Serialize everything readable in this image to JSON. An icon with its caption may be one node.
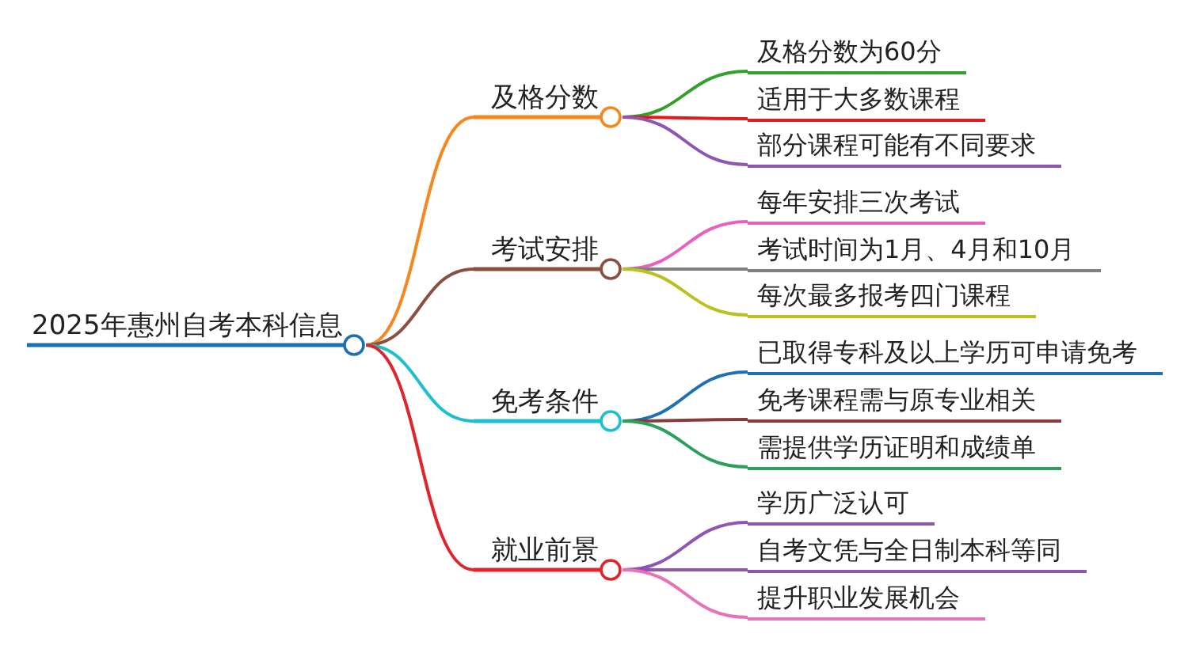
{
  "diagram": {
    "nodes": [
      {
        "text": [
          "2025年惠州自考本科信息"
        ]
      },
      {
        "text": [
          "及格分数"
        ]
      },
      {
        "text": [
          "及格分数为60分"
        ]
      },
      {
        "text": [
          "适用于大多数课程"
        ]
      },
      {
        "text": [
          "部分课程可能有不同要求"
        ]
      },
      {
        "text": [
          "考试安排"
        ]
      },
      {
        "text": [
          "每年安排三次考试"
        ]
      },
      {
        "text": [
          "考试时间为1月、4月和10月"
        ]
      },
      {
        "text": [
          "每次最多报考四门课程"
        ]
      },
      {
        "text": [
          "免考条件"
        ]
      },
      {
        "text": [
          "已取得专科及以上学历可申请免考"
        ]
      },
      {
        "text": [
          "免考课程需与原专业相关"
        ]
      },
      {
        "text": [
          "需提供学历证明和成绩单"
        ]
      },
      {
        "text": [
          "就业前景"
        ]
      },
      {
        "text": [
          "学历广泛认可"
        ]
      },
      {
        "text": [
          "自考文凭与全日制本科等同"
        ]
      },
      {
        "text": [
          "提升职业发展机会"
        ]
      }
    ],
    "edges": [
      {
        "from": 0,
        "to": 1,
        "arrow": "none",
        "color": "#f5871f"
      },
      {
        "from": 0,
        "to": 5,
        "arrow": "none",
        "color": "#8b4f3f"
      },
      {
        "from": 0,
        "to": 9,
        "arrow": "none",
        "color": "#1ec0cf"
      },
      {
        "from": 0,
        "to": 13,
        "arrow": "none",
        "color": "#e0242b"
      },
      {
        "from": 1,
        "to": 2,
        "arrow": "none",
        "color": "#33a02c"
      },
      {
        "from": 1,
        "to": 3,
        "arrow": "none",
        "color": "#e31a1c"
      },
      {
        "from": 1,
        "to": 4,
        "arrow": "none",
        "color": "#8e56b0"
      },
      {
        "from": 5,
        "to": 6,
        "arrow": "none",
        "color": "#e85fc0"
      },
      {
        "from": 5,
        "to": 7,
        "arrow": "none",
        "color": "#808080"
      },
      {
        "from": 5,
        "to": 8,
        "arrow": "none",
        "color": "#b9c11e"
      },
      {
        "from": 9,
        "to": 10,
        "arrow": "none",
        "color": "#1f6fb5"
      },
      {
        "from": 9,
        "to": 11,
        "arrow": "none",
        "color": "#8b3a3a"
      },
      {
        "from": 9,
        "to": 12,
        "arrow": "none",
        "color": "#2ca05a"
      },
      {
        "from": 13,
        "to": 14,
        "arrow": "none",
        "color": "#8e56b0"
      },
      {
        "from": 13,
        "to": 15,
        "arrow": "none",
        "color": "#8e56b0"
      },
      {
        "from": 13,
        "to": 16,
        "arrow": "none",
        "color": "#e872b8"
      }
    ]
  }
}
